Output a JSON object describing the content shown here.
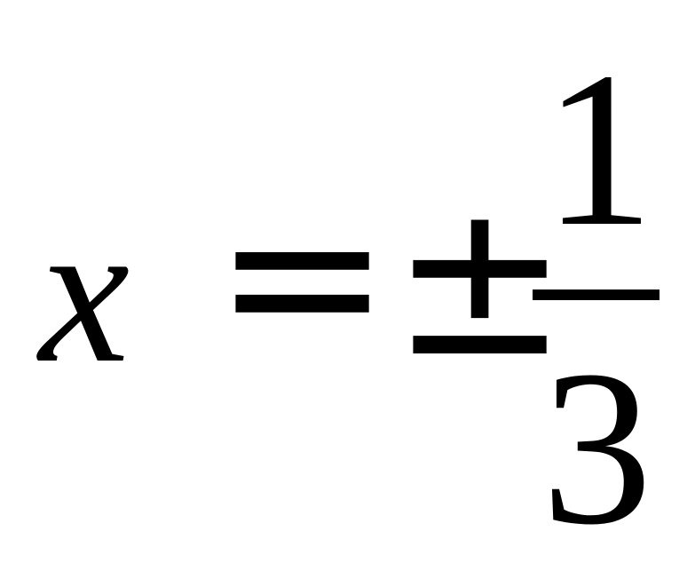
{
  "formula": {
    "variable": "x",
    "equals": "=",
    "plus_minus": "±",
    "fraction": {
      "numerator": "1",
      "denominator": "3"
    }
  },
  "colors": {
    "background": "#ffffff",
    "ink": "#000000"
  }
}
